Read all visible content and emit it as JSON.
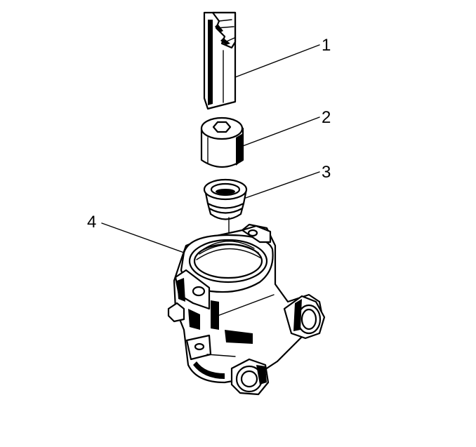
{
  "diagram": {
    "callouts": [
      {
        "number": "1",
        "target": "drive-tool"
      },
      {
        "number": "2",
        "target": "socket-adapter"
      },
      {
        "number": "3",
        "target": "seal"
      },
      {
        "number": "4",
        "target": "housing"
      }
    ]
  }
}
